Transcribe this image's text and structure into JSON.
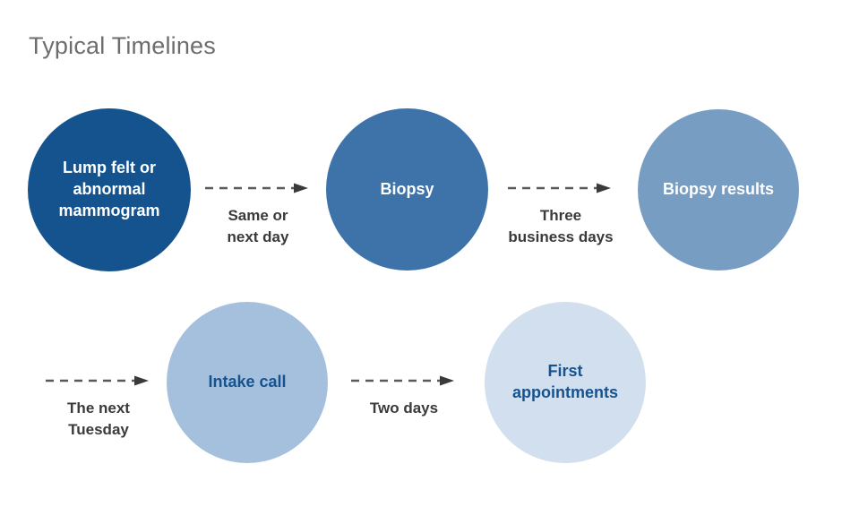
{
  "page": {
    "title": "Typical Timelines",
    "background_color": "#ffffff",
    "title_color": "#6d6d6d"
  },
  "flow": {
    "nodes": [
      {
        "id": "lump-felt-or-abnormal-mammogram",
        "label": "Lump felt or\nabnormal\nmammogram",
        "fill_color": "#15538e",
        "text_color": "#ffffff",
        "row": 1
      },
      {
        "id": "biopsy",
        "label": "Biopsy",
        "fill_color": "#3d73a8",
        "text_color": "#ffffff",
        "row": 1
      },
      {
        "id": "biopsy-results",
        "label": "Biopsy results",
        "fill_color": "#789dc2",
        "text_color": "#ffffff",
        "row": 1
      },
      {
        "id": "intake-call",
        "label": "Intake call",
        "fill_color": "#a4c0dc",
        "text_color": "#16538e",
        "row": 2
      },
      {
        "id": "first-appointments",
        "label": "First\nappointments",
        "fill_color": "#d2dfee",
        "text_color": "#16538e",
        "row": 2
      }
    ],
    "connectors": [
      {
        "id": "same-or-next-day",
        "label": "Same or\nnext day",
        "style": "dashed-arrow-right",
        "color": "#595959"
      },
      {
        "id": "three-business-days",
        "label": "Three\nbusiness days",
        "style": "dashed-arrow-right",
        "color": "#595959"
      },
      {
        "id": "the-next-tuesday",
        "label": "The next\nTuesday",
        "style": "dashed-arrow-right",
        "color": "#595959"
      },
      {
        "id": "two-days",
        "label": "Two days",
        "style": "dashed-arrow-right",
        "color": "#595959"
      }
    ]
  }
}
